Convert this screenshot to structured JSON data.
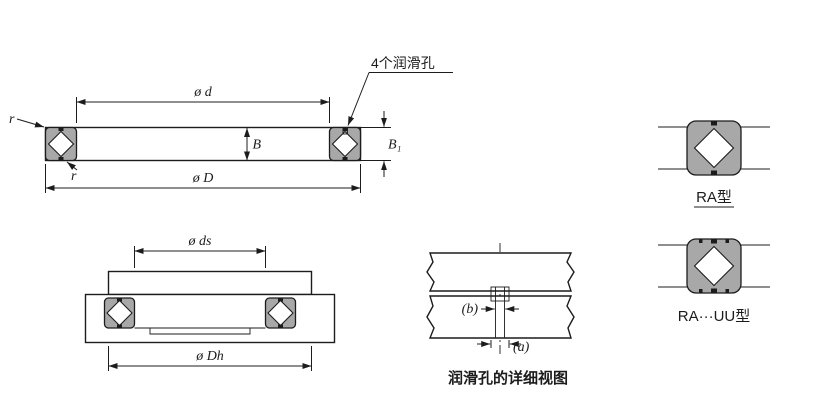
{
  "main_view": {
    "lubrication_label": "4个润滑孔",
    "dim_inner_diameter": "ø d",
    "dim_outer_diameter": "ø D",
    "dim_width": "B",
    "dim_width_b1": "B₁",
    "dim_radius_top": "r",
    "dim_radius_bottom": "r"
  },
  "mounting_view": {
    "dim_shaft_seat": "ø ds",
    "dim_housing_bore": "ø Dh"
  },
  "detail_view": {
    "dim_a": "(a)",
    "dim_b": "(b)",
    "caption": "润滑孔的详细视图"
  },
  "type_labels": {
    "ra": "RA型",
    "ra_uu": "RA···UU型"
  },
  "colors": {
    "line": "#1c1c1c",
    "ring_fill": "#a8a8a8",
    "background": "#ffffff"
  }
}
